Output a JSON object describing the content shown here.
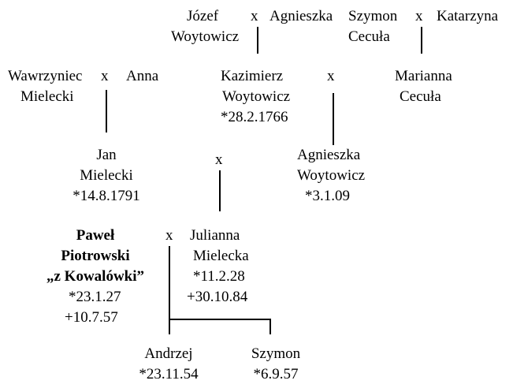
{
  "people": {
    "jozef": {
      "line1": "Józef",
      "line2": "Woytowicz"
    },
    "agnieszka_top": {
      "line1": "Agnieszka"
    },
    "szymon_top": {
      "line1": "Szymon",
      "line2": "Cecuła"
    },
    "katarzyna": {
      "line1": "Katarzyna"
    },
    "wawrzyniec": {
      "line1": "Wawrzyniec",
      "line2": "Mielecki"
    },
    "anna": {
      "line1": "Anna"
    },
    "kazimierz": {
      "line1": "Kazimierz",
      "line2": "Woytowicz",
      "line3": "*28.2.1766"
    },
    "marianna": {
      "line1": "Marianna",
      "line2": "Cecuła"
    },
    "jan": {
      "line1": "Jan",
      "line2": "Mielecki",
      "line3": "*14.8.1791"
    },
    "agnieszka_mid": {
      "line1": "Agnieszka",
      "line2": "Woytowicz",
      "line3": "*3.1.09"
    },
    "pawel": {
      "line1": "Paweł",
      "line2": "Piotrowski",
      "line3": "„z Kowalówki”",
      "line4": "*23.1.27",
      "line5": "+10.7.57"
    },
    "julianna": {
      "line1": "Julianna",
      "line2": "Mielecka",
      "line3": "*11.2.28",
      "line4": "+30.10.84"
    },
    "andrzej": {
      "line1": "Andrzej",
      "line2": "*23.11.54"
    },
    "szymon_bottom": {
      "line1": "Szymon",
      "line2": "*6.9.57"
    }
  },
  "marriage_symbol": "x"
}
